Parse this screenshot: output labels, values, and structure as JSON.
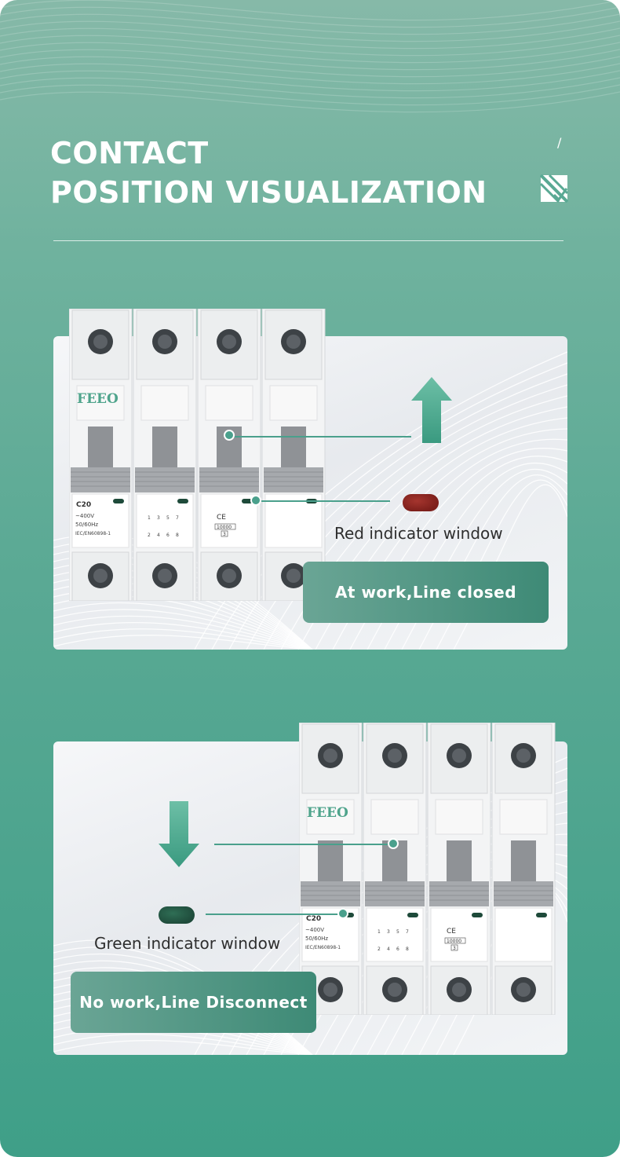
{
  "header": {
    "title_line_1": "CONTACT",
    "title_line_2": "POSITION VISUALIZATION",
    "slash": "/"
  },
  "breaker": {
    "brand": "FEEO",
    "rating": "C20",
    "voltage": "~400V",
    "frequency": "50/60Hz",
    "standard": "IEC/EN60898-1",
    "capacity": "10000",
    "class": "3",
    "ce_mark": "CE",
    "terminals_top": [
      "1",
      "3",
      "5",
      "7"
    ],
    "terminals_bottom": [
      "2",
      "4",
      "6",
      "8"
    ]
  },
  "closed_state": {
    "indicator_label": "Red indicator window",
    "status": "At work,Line closed",
    "arrow": "up-arrow-icon",
    "indicator_color": "#8b2520"
  },
  "open_state": {
    "indicator_label": "Green indicator window",
    "status": "No work,Line Disconnect",
    "arrow": "down-arrow-icon",
    "indicator_color": "#234f3e"
  },
  "colors": {
    "accent": "#4aa08c",
    "background_top": "#86b9a8",
    "background_bottom": "#3f9f88"
  }
}
